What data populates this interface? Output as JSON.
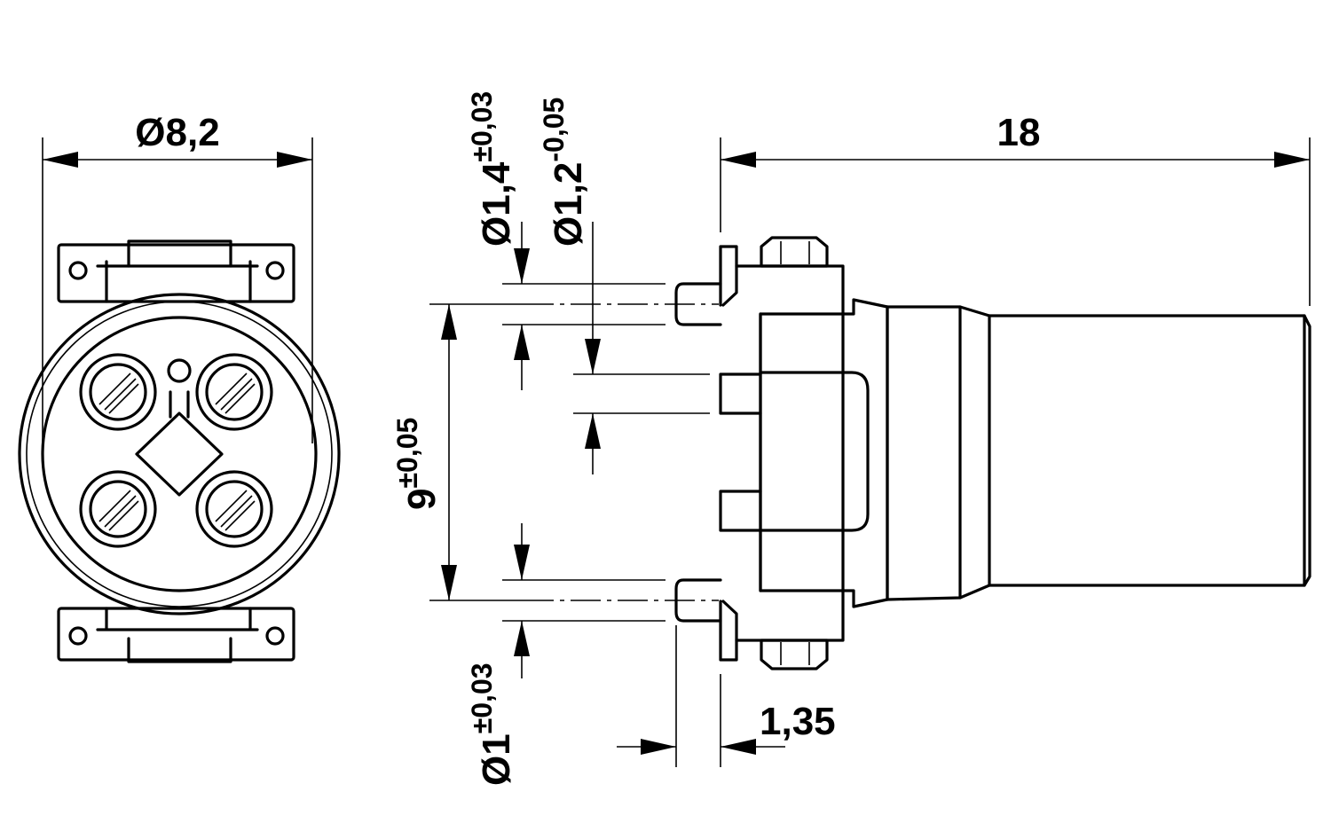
{
  "dimensions": {
    "diameter_outer": "Ø8,2",
    "length": "18",
    "pin_offset": "1,35",
    "pin_spacing": {
      "value": "9",
      "tol": "±0,05"
    },
    "hole_large": {
      "value": "Ø1,4",
      "tol": "±0,03"
    },
    "hole_medium": {
      "value": "Ø1,2",
      "tol": "-0,05"
    },
    "hole_small": {
      "value": "Ø1",
      "tol": "±0,03"
    }
  }
}
